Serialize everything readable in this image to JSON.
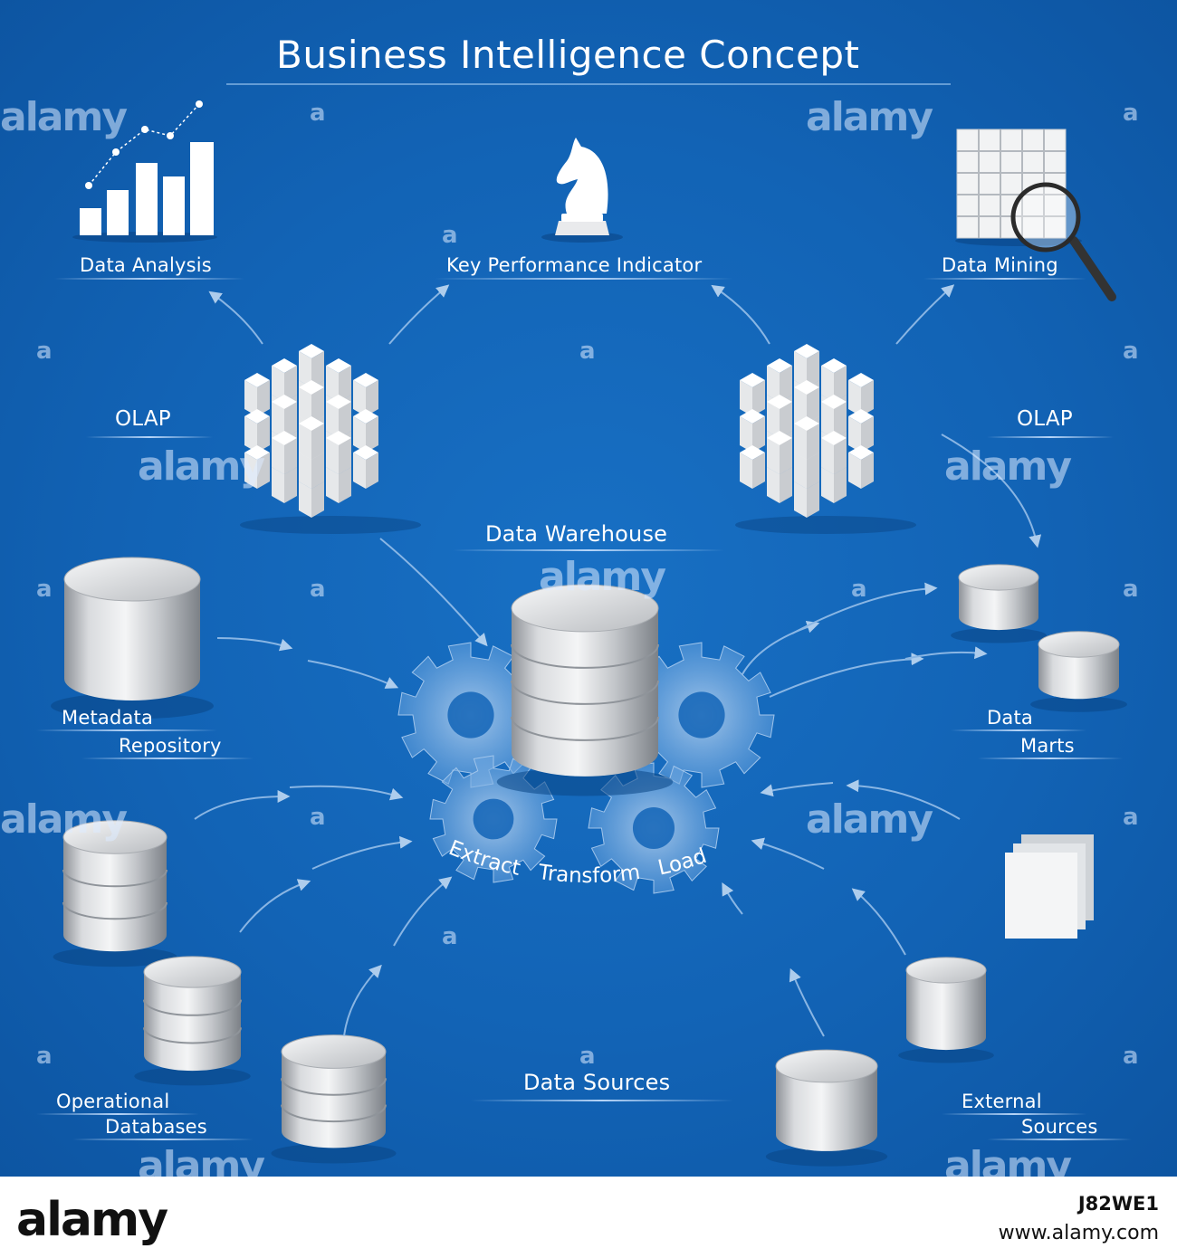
{
  "title": "Business Intelligence Concept",
  "labels": {
    "data_analysis": "Data Analysis",
    "kpi": "Key Performance Indicator",
    "data_mining": "Data Mining",
    "olap_left": "OLAP",
    "olap_right": "OLAP",
    "data_warehouse": "Data Warehouse",
    "metadata_line1": "Metadata",
    "metadata_line2": "Repository",
    "data_marts_line1": "Data",
    "data_marts_line2": "Marts",
    "etl_extract": "Extract",
    "etl_transform": "Transform",
    "etl_load": "Load",
    "data_sources": "Data Sources",
    "operational_line1": "Operational",
    "operational_line2": "Databases",
    "external_line1": "External",
    "external_line2": "Sources"
  },
  "watermark": {
    "text": "alamy",
    "letter": "a"
  },
  "footer": {
    "logo": "alamy",
    "image_id": "J82WE1",
    "url": "www.alamy.com"
  },
  "colors": {
    "background": "#1263b5",
    "text": "#ffffff"
  }
}
